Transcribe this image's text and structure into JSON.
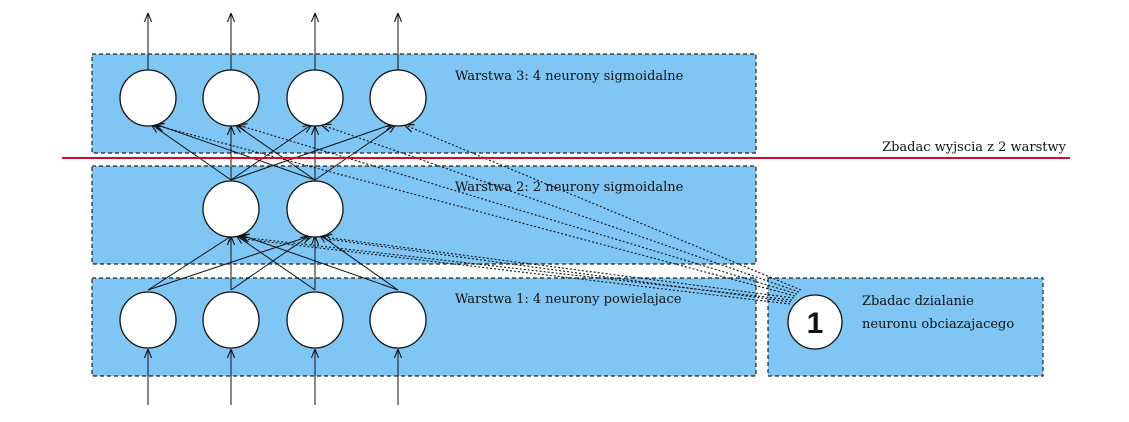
{
  "layers": [
    {
      "id": "layer3",
      "label": "Warstwa 3: 4 neurony sigmoidalne",
      "neurons": 4
    },
    {
      "id": "layer2",
      "label": "Warstwa 2: 2 neurony sigmoidalne",
      "neurons": 2
    },
    {
      "id": "layer1",
      "label": "Warstwa 1: 4 neurony powielajace",
      "neurons": 4
    }
  ],
  "bias": {
    "symbol": "1",
    "label_line1": "Zbadac dzialanie",
    "label_line2": "neuronu obciazajacego"
  },
  "probe": {
    "label": "Zbadac wyjscia z 2 warstwy",
    "color": "#c8102e"
  },
  "colors": {
    "layer_fill": "#7fc6f5",
    "neuron_fill": "#ffffff",
    "probe_line": "#c8102e"
  }
}
